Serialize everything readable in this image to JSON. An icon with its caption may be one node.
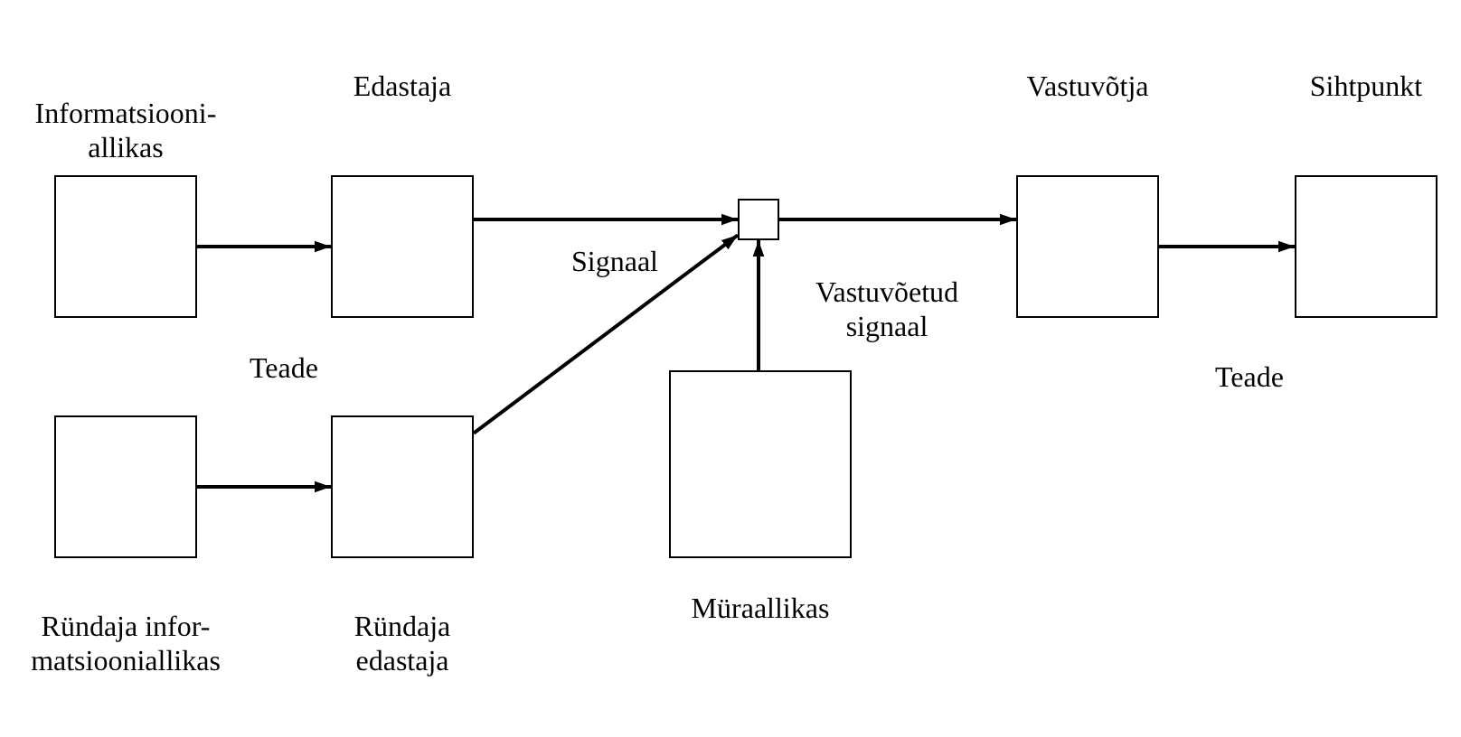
{
  "diagram": {
    "nodes": [
      {
        "text": [
          "Informatsiooni- allikas"
        ]
      },
      {
        "text": [
          "Edastaja"
        ]
      },
      {
        "text": [],
        "shape": "box"
      },
      {
        "text": [
          "Vastuvõtja"
        ]
      },
      {
        "text": [
          "Sihtpunkt"
        ]
      },
      {
        "text": [
          "Ründaja infor- matsiooniallikas"
        ]
      },
      {
        "text": [
          "Ründaja edastaja"
        ]
      },
      {
        "text": [
          "Müraallikas"
        ]
      }
    ],
    "edges": [
      {
        "from": 0,
        "to": 1,
        "arrow": "to"
      },
      {
        "from": 1,
        "to": 2,
        "arrow": "to",
        "label": "Signaal"
      },
      {
        "from": 2,
        "to": 3,
        "arrow": "to",
        "label": "Vastuvõetud signaal"
      },
      {
        "from": 3,
        "to": 4,
        "arrow": "to"
      },
      {
        "from": 5,
        "to": 6,
        "arrow": "to"
      },
      {
        "from": 6,
        "to": 2,
        "arrow": "to"
      },
      {
        "from": 7,
        "to": 2,
        "arrow": "to"
      }
    ],
    "labels": [
      "Teade",
      "Teade"
    ]
  }
}
